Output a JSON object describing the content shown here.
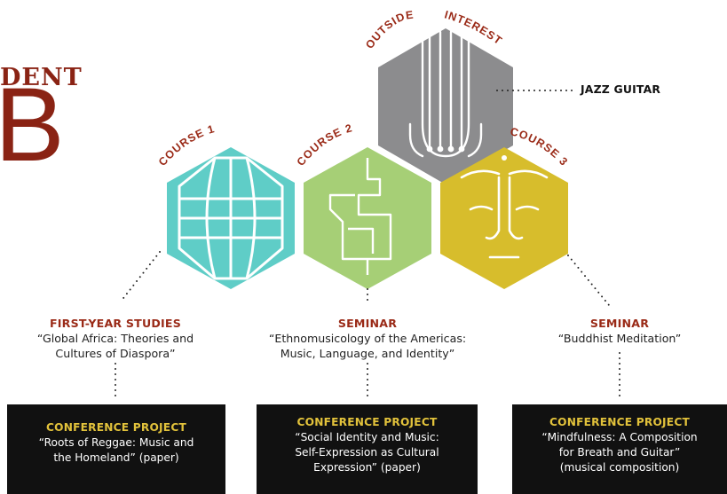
{
  "header": {
    "student_label": "DENT",
    "student_letter": "B"
  },
  "outside_interest": {
    "label_word1": "OUTSIDE",
    "label_word2": "INTEREST",
    "name": "JAZZ GUITAR",
    "icon": "guitar-icon",
    "color": "#8c8c8e"
  },
  "courses": [
    {
      "label": "COURSE 1",
      "icon": "globe-grid-icon",
      "color": "#5fcdc7",
      "category": "FIRST-YEAR STUDIES",
      "title_line1": "“Global Africa: Theories and",
      "title_line2": "Cultures of Diaspora”",
      "project": {
        "heading": "CONFERENCE PROJECT",
        "line1": "“Roots of Reggae: Music and",
        "line2": "the Homeland”",
        "type": " (paper)"
      }
    },
    {
      "label": "COURSE 2",
      "icon": "meandering-line-icon",
      "color": "#a6cf76",
      "category": "SEMINAR",
      "title_line1": "“Ethnomusicology of the Americas:",
      "title_line2": "Music, Language, and Identity”",
      "project": {
        "heading": "CONFERENCE PROJECT",
        "line1": "“Social Identity and Music:",
        "line2": "Self-Expression as Cultural",
        "line3": "Expression”",
        "type": " (paper)"
      }
    },
    {
      "label": "COURSE 3",
      "icon": "buddha-face-icon",
      "color": "#d7bd2c",
      "category": "SEMINAR",
      "title_line1": "“Buddhist Meditation”",
      "project": {
        "heading": "CONFERENCE PROJECT",
        "line1": "“Mindfulness: A Composition",
        "line2": "for Breath and Guitar”",
        "type": "(musical composition)"
      }
    }
  ],
  "colors": {
    "accent_red": "#9a2a17",
    "project_heading": "#e2c23b",
    "box_bg": "#111111"
  }
}
